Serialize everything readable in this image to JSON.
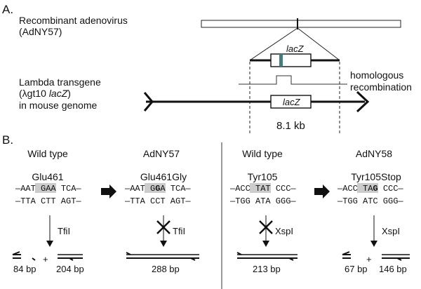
{
  "panel_a": {
    "label": "A.",
    "adenovirus_line1": "Recombinant adenovirus",
    "adenovirus_line2": "(AdNY57)",
    "lambda_line1": "Lambda transgene",
    "lambda_line2_a": "(λgt10 ",
    "lambda_line2_b": "lacZ",
    "lambda_line2_c": ")",
    "lambda_line3": "in mouse genome",
    "lacz_upper": "lacZ",
    "lacz_lower": "lacZ",
    "homologous_line1": "homologous",
    "homologous_line2": "recombination",
    "size": "8.1 kb"
  },
  "panel_b": {
    "label": "B.",
    "wt1": {
      "title": "Wild type",
      "codon": "Glu461",
      "top": [
        "—AAT",
        "GAA",
        "TCA—"
      ],
      "bottom": "—TTA CTT AGT—",
      "enzyme": "TfiI",
      "frag1": "84 bp",
      "plus": "+",
      "frag2": "204 bp"
    },
    "mut1": {
      "title": "AdNY57",
      "codon": "Glu461Gly",
      "top": [
        "—AAT",
        "G",
        "G",
        "A",
        "TCA—"
      ],
      "bottom": "—TTA CCT AGT—",
      "enzyme": "TfiI",
      "frag": "288 bp"
    },
    "wt2": {
      "title": "Wild type",
      "codon": "Tyr105",
      "top": [
        "—ACC",
        "TAT",
        "CCC—"
      ],
      "bottom": "—TGG ATA GGG—",
      "enzyme": "XspI",
      "frag": "213 bp"
    },
    "mut2": {
      "title": "AdNY58",
      "codon": "Tyr105Stop",
      "top": [
        "—ACC",
        "TA",
        "G",
        "CCC—"
      ],
      "bottom": "—TGG ATC GGG—",
      "enzyme": "XspI",
      "frag1": "67 bp",
      "plus": "+",
      "frag2": "146 bp"
    }
  },
  "colors": {
    "highlight": "#cccccc",
    "mutation_bar": "#4a7b7b"
  }
}
